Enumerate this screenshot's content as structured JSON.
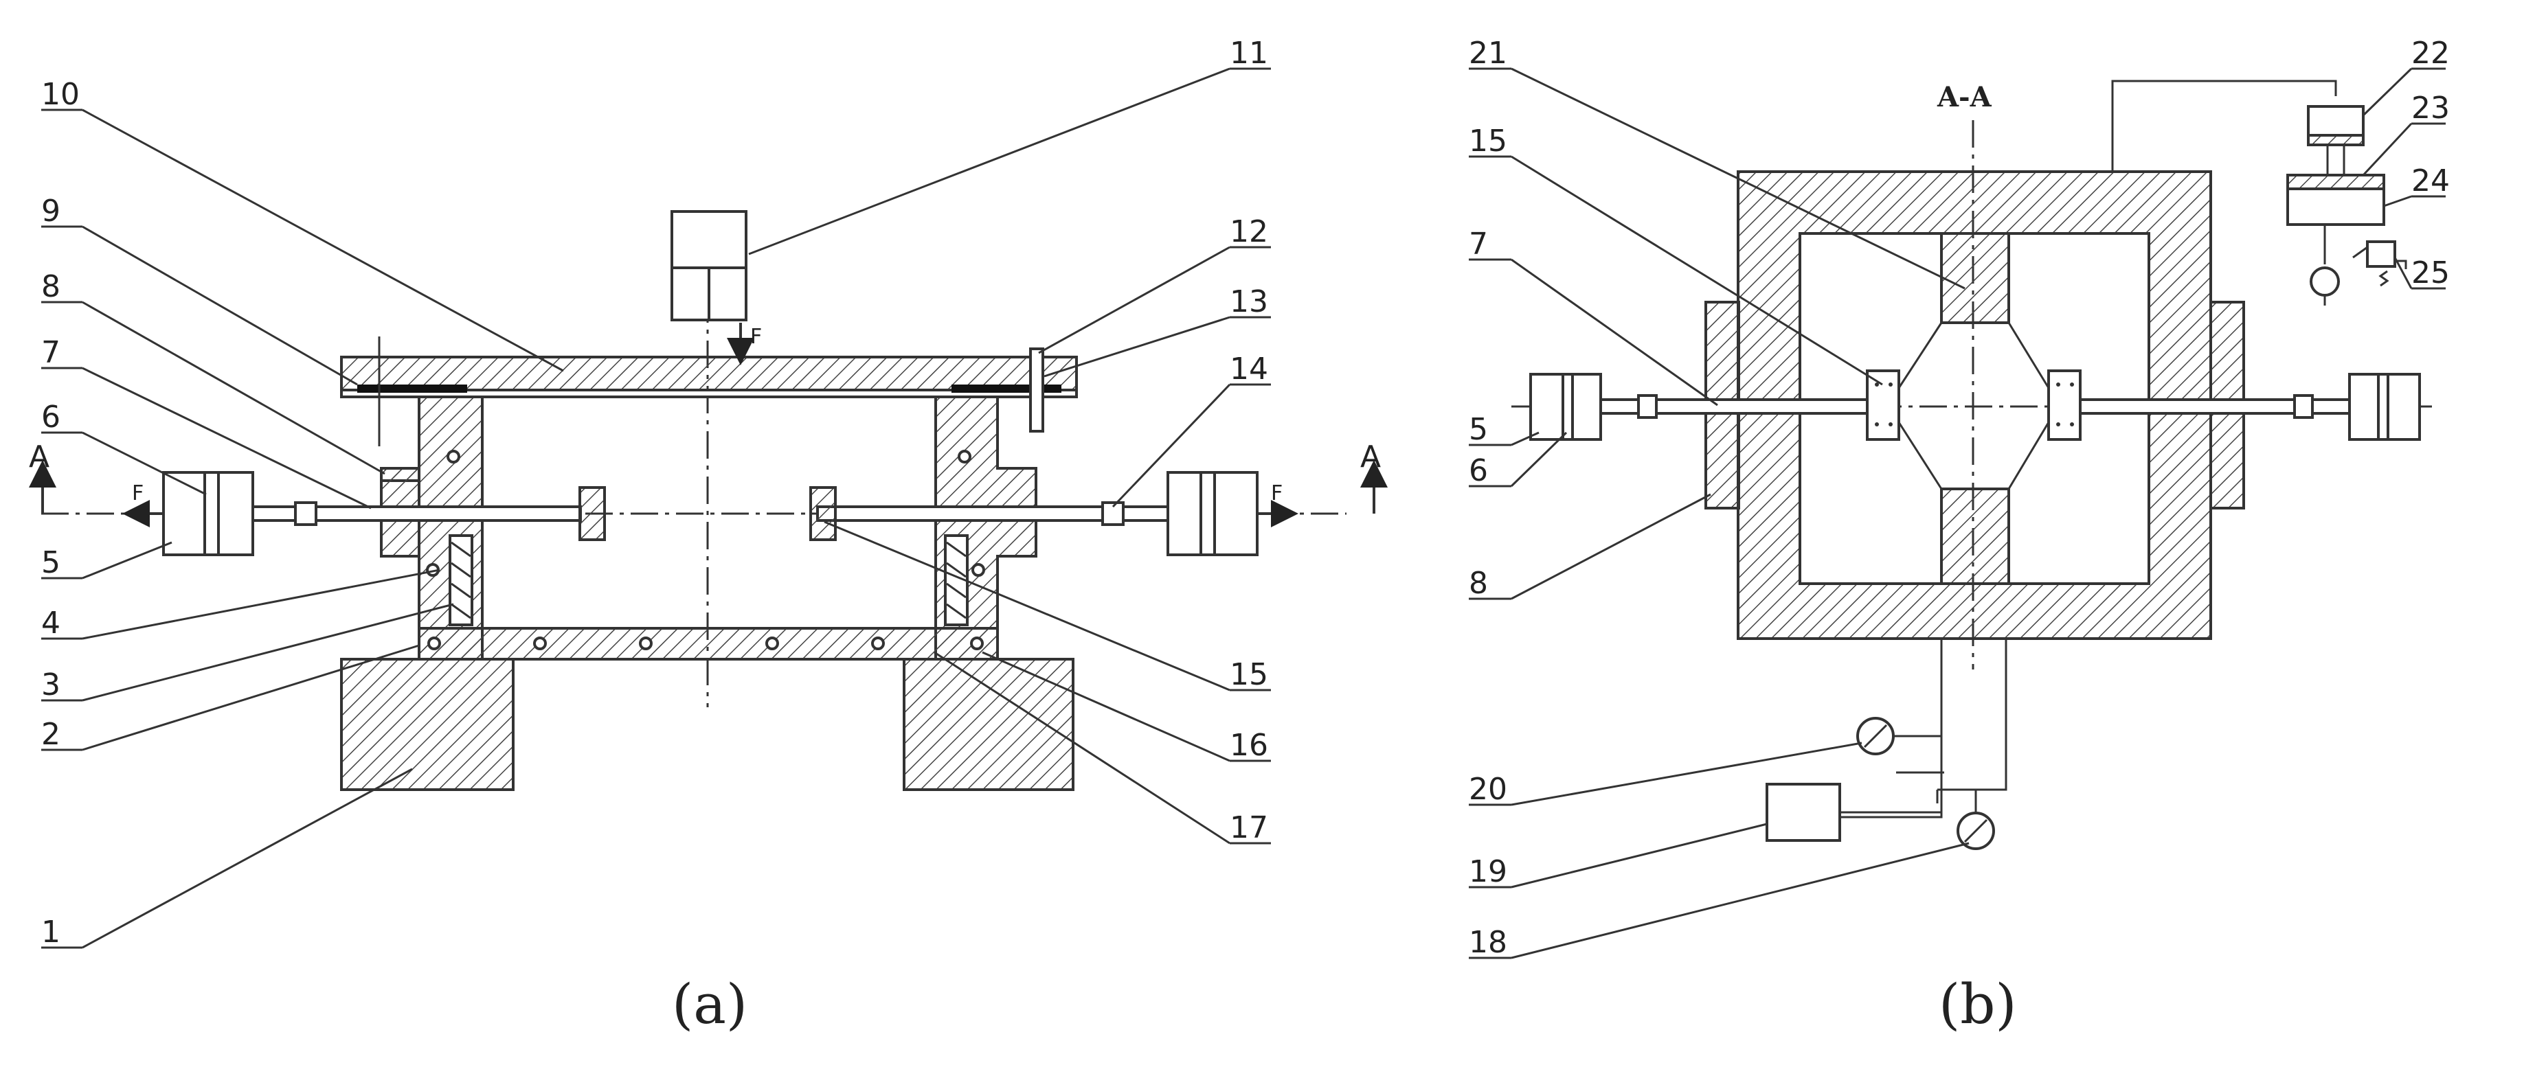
{
  "panel_a": {
    "caption": "(a)",
    "section_left": "A",
    "section_right": "A",
    "force": "F",
    "labels": [
      "1",
      "2",
      "3",
      "4",
      "5",
      "6",
      "7",
      "8",
      "9",
      "10",
      "11",
      "12",
      "13",
      "14",
      "15",
      "16",
      "17"
    ]
  },
  "panel_b": {
    "caption": "(b)",
    "section_title": "A-A",
    "labels": [
      "5",
      "6",
      "7",
      "8",
      "15",
      "18",
      "19",
      "20",
      "21",
      "22",
      "23",
      "24",
      "25"
    ]
  },
  "colors": {
    "line": "#333333",
    "background": "#ffffff"
  }
}
